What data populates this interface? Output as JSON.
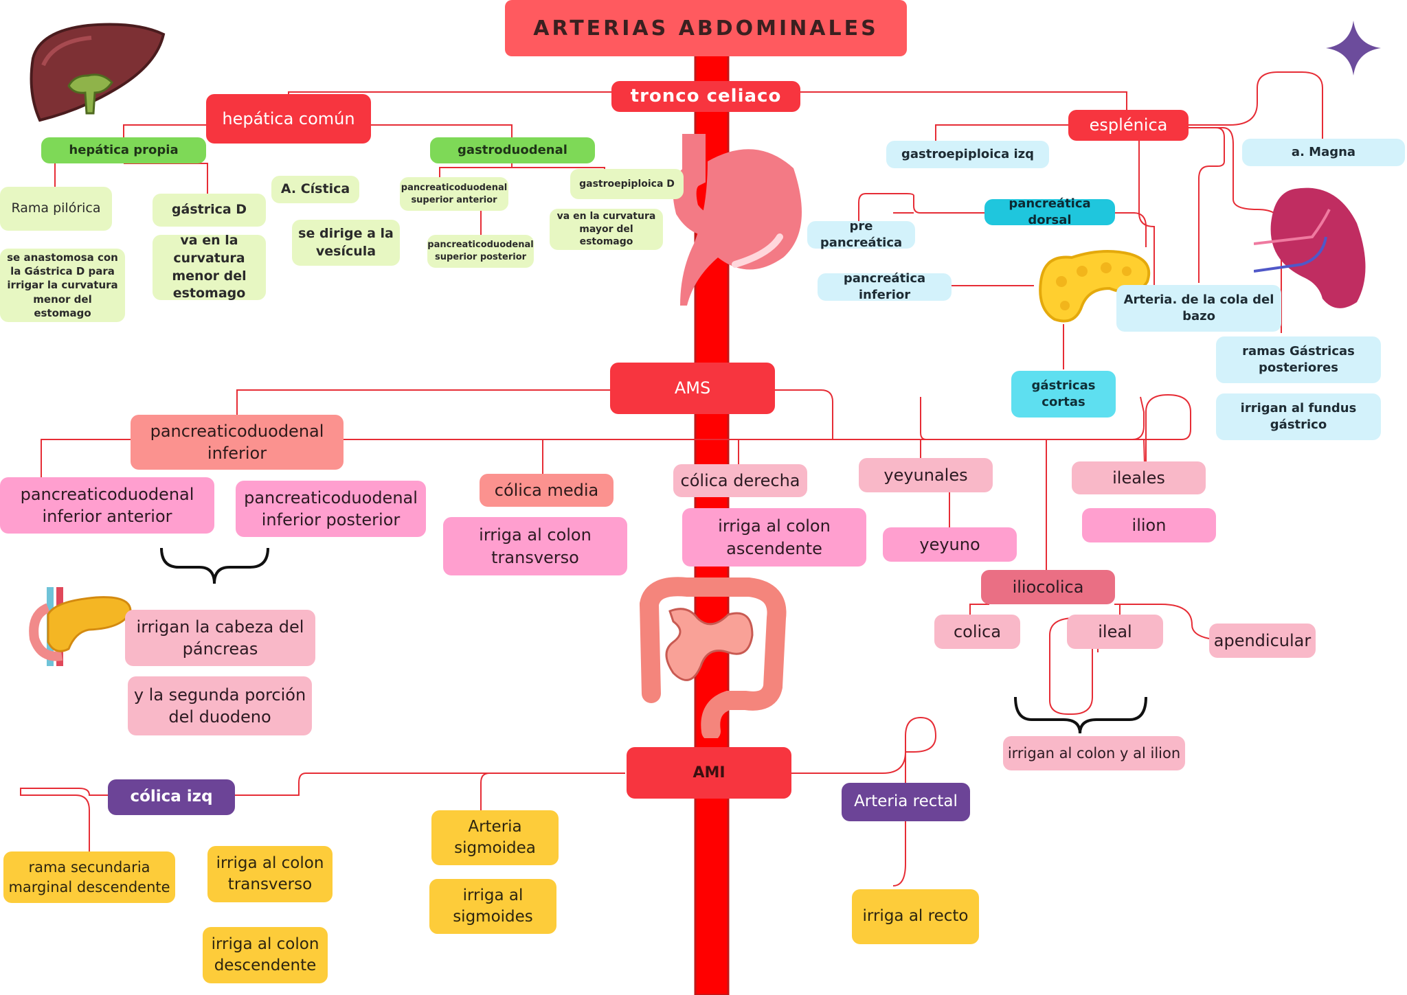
{
  "title": "ARTERIAS ABDOMINALES",
  "tronco_celiaco": {
    "label": "tronco celiaco",
    "hepatica_comun": {
      "label": "hepática común",
      "hepatica_propia": "hepática propia",
      "rama_pilorica": "Rama pilórica",
      "rama_pilorica_note": "se anastomosa con la Gástrica D para irrigar la curvatura menor del estomago",
      "gastrica_d": "gástrica D",
      "gastrica_d_note": "va en la curvatura menor del estomago",
      "cistica": "A. Cística",
      "cistica_note": "se dirige a la vesícula",
      "gastroduodenal": "gastroduodenal",
      "pd_sup_ant": "pancreaticoduodenal superior anterior",
      "pd_sup_post": "pancreaticoduodenal superior posterior",
      "gastroepiploica_d": "gastroepiploica D",
      "gastroepiploica_d_note": "va en la curvatura mayor del estomago"
    },
    "esplenica": {
      "label": "esplénica",
      "gastroepiploica_izq": "gastroepiploica izq",
      "magna": "a. Magna",
      "pancreatica_dorsal": "pancreática dorsal",
      "pre_pancreatica": "pre pancreática",
      "pancreatica_inferior": "pancreática inferior",
      "cola_bazo": "Arteria. de la cola del bazo",
      "gastricas_cortas": "gástricas cortas",
      "ramas_gastricas": "ramas Gástricas posteriores",
      "fundus_note": "irrigan al fundus gástrico"
    }
  },
  "ams": {
    "label": "AMS",
    "pd_inferior": "pancreaticoduodenal inferior",
    "pd_inf_ant": "pancreaticoduodenal inferior anterior",
    "pd_inf_post": "pancreaticoduodenal inferior posterior",
    "pd_note1": "irrigan la cabeza del páncreas",
    "pd_note2": "y la segunda porción del duodeno",
    "colica_media": "cólica media",
    "colica_media_note": "irriga al colon transverso",
    "colica_derecha": "cólica derecha",
    "colica_derecha_note": "irriga al colon ascendente",
    "yeyunales": "yeyunales",
    "yeyuno": "yeyuno",
    "ileales": "ileales",
    "ilion": "ilion",
    "iliocolica": "iliocolica",
    "colica": "colica",
    "ileal": "ileal",
    "apendicular": "apendicular",
    "iliocolica_note": "irrigan al colon y al ilion"
  },
  "ami": {
    "label": "AMI",
    "colica_izq": "cólica izq",
    "rama_secundaria": "rama secundaria marginal descendente",
    "colica_izq_note1": "irriga al colon transverso",
    "colica_izq_note2": "irriga al colon descendente",
    "sigmoidea": "Arteria sigmoidea",
    "sigmoidea_note": "irriga al sigmoides",
    "rectal": "Arteria rectal",
    "rectal_note": "irriga al recto"
  },
  "colors": {
    "artery": "#ff0000",
    "line": "#e62c35",
    "title": "#ff5a5f",
    "star": "#6c4c9c"
  },
  "icons": [
    "liver-icon",
    "stomach-icon",
    "pancreas-icon",
    "spleen-icon",
    "intestine-icon",
    "pancreas-duodenum-icon",
    "star-icon"
  ]
}
